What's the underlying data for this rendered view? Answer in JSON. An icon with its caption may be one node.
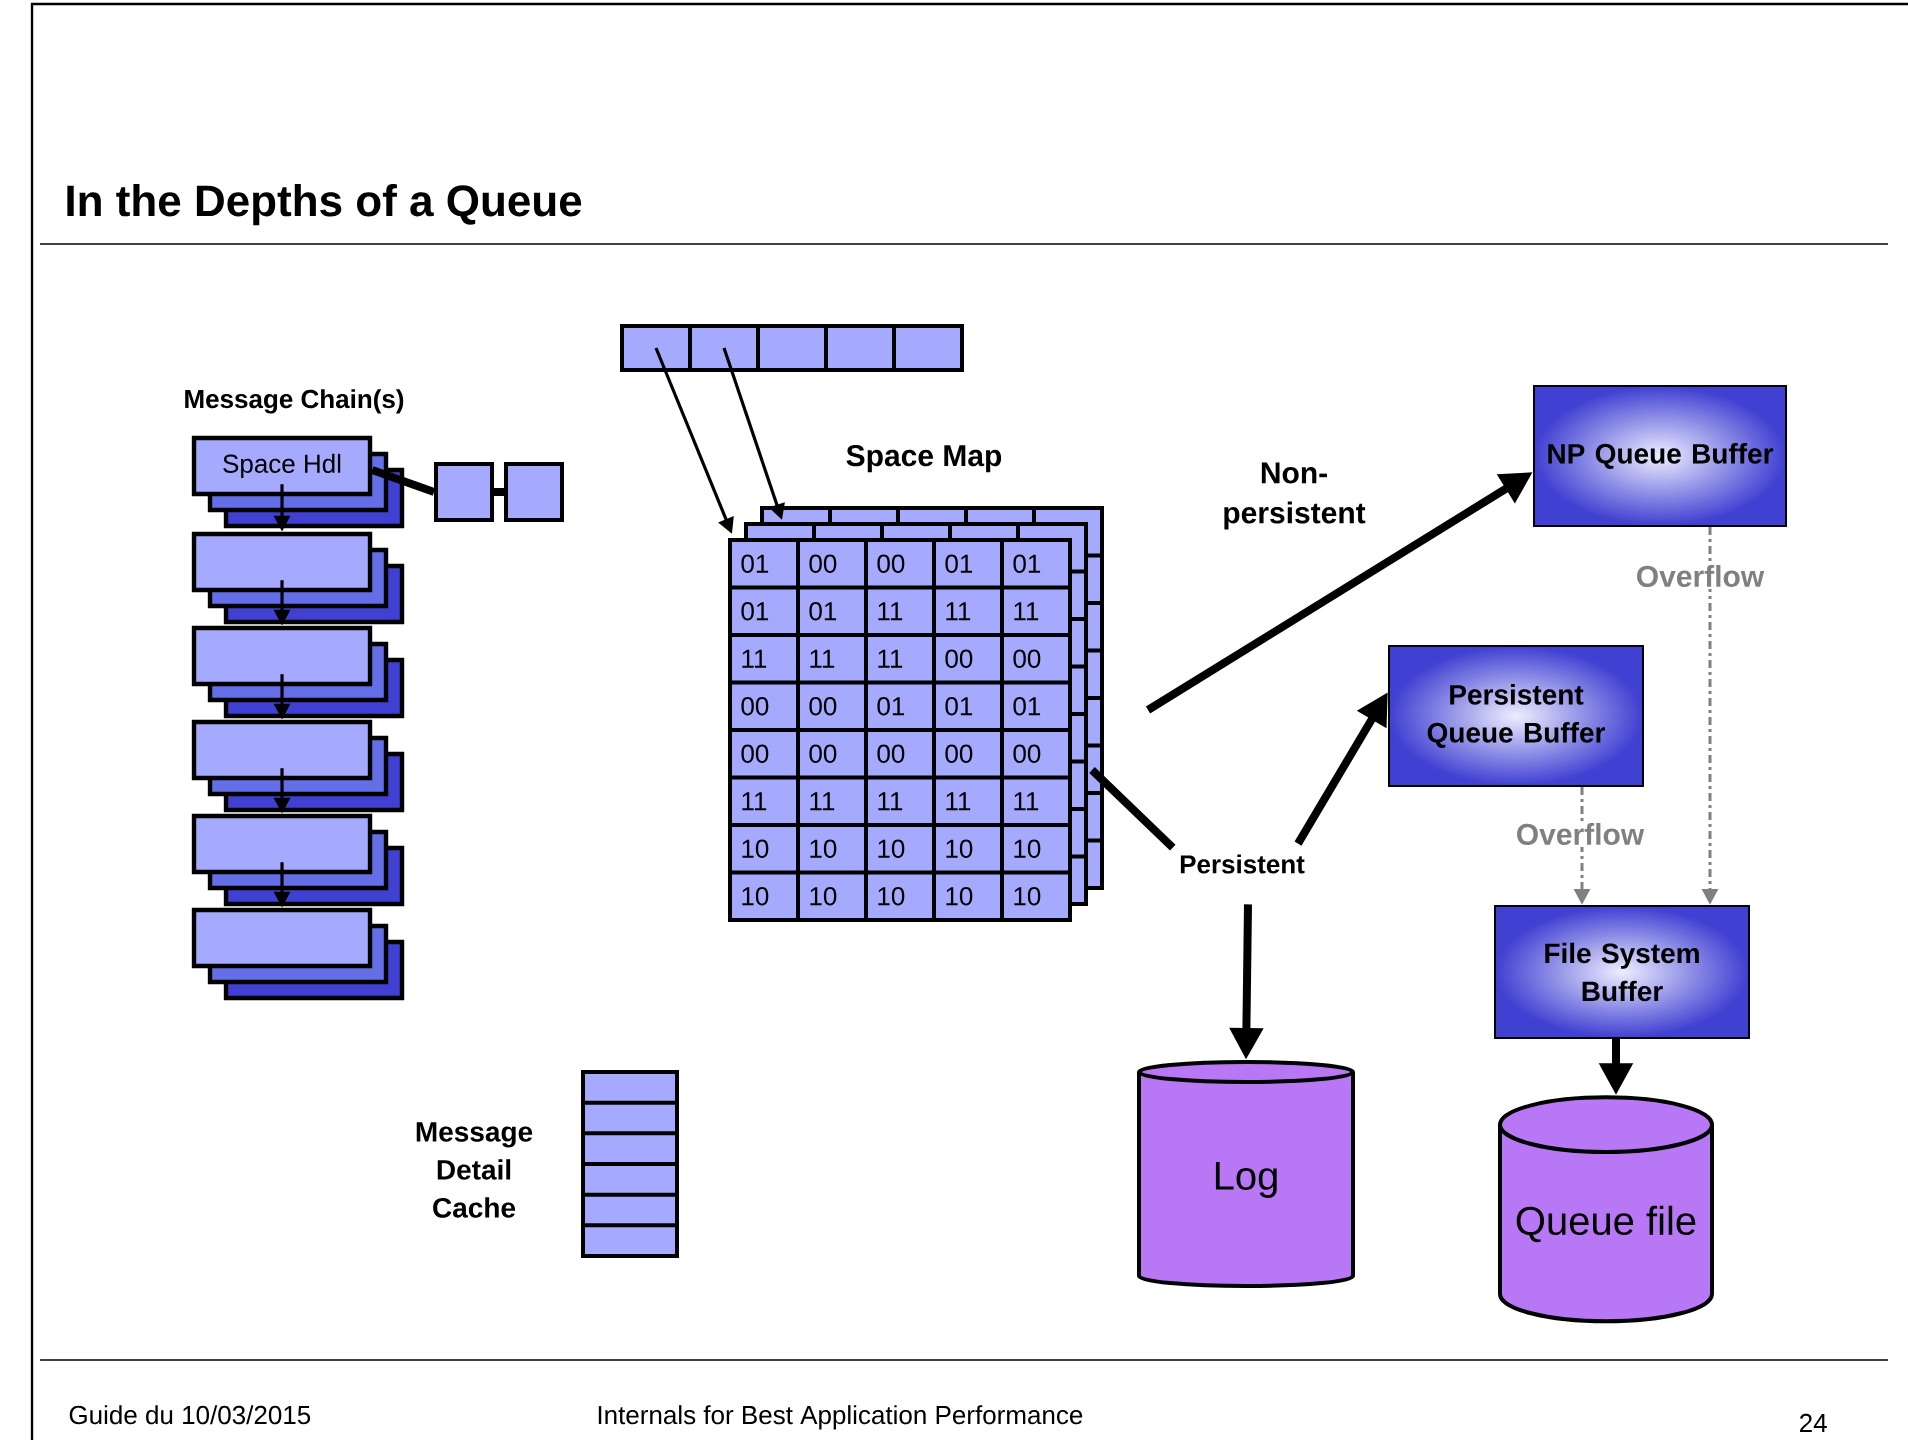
{
  "diagram": {
    "title": "In the Depths of a Queue",
    "nodes": [
      {
        "text": [
          "Space Hdl"
        ]
      },
      {
        "text": [],
        "shape": "box"
      },
      {
        "text": [],
        "shape": "box"
      },
      {
        "text": [],
        "shape": "box"
      },
      {
        "text": [],
        "shape": "box"
      },
      {
        "text": [],
        "shape": "box"
      },
      {
        "text": [],
        "shape": "box"
      },
      {
        "text": [],
        "shape": "box"
      },
      {
        "text": [],
        "shape": "box"
      },
      {
        "text": [],
        "shape": "box"
      },
      {
        "text": [],
        "shape": "box"
      },
      {
        "text": [],
        "shape": "box"
      },
      {
        "text": [],
        "shape": "box"
      },
      {
        "text": [
          "Space Map"
        ]
      },
      {
        "text": [
          "Persistent"
        ]
      },
      {
        "text": [
          "NP Queue Buffer"
        ]
      },
      {
        "text": [
          "Persistent Queue Buffer"
        ]
      },
      {
        "text": [
          "File System Buffer"
        ]
      },
      {
        "text": [
          "Log"
        ]
      },
      {
        "text": [
          "Queue file"
        ]
      },
      {
        "text": [
          "Message Detail Cache"
        ]
      }
    ],
    "edges": [
      {
        "from": 0,
        "to": 1,
        "arrow": "to"
      },
      {
        "from": 1,
        "to": 2,
        "arrow": "to"
      },
      {
        "from": 2,
        "to": 3,
        "arrow": "to"
      },
      {
        "from": 3,
        "to": 4,
        "arrow": "to"
      },
      {
        "from": 4,
        "to": 5,
        "arrow": "to"
      },
      {
        "from": 0,
        "to": 6,
        "arrow": "none",
        "style": "thick"
      },
      {
        "from": 6,
        "to": 7,
        "arrow": "none",
        "style": "thick"
      },
      {
        "from": 8,
        "to": 13,
        "arrow": "to"
      },
      {
        "from": 9,
        "to": 13,
        "arrow": "to"
      },
      {
        "from": 13,
        "to": 15,
        "arrow": "to",
        "style": "thick",
        "label": "Non-persistent"
      },
      {
        "from": 13,
        "to": 14,
        "arrow": "none",
        "style": "thick"
      },
      {
        "from": 14,
        "to": 16,
        "arrow": "to",
        "style": "thick"
      },
      {
        "from": 14,
        "to": 18,
        "arrow": "to",
        "style": "thick"
      },
      {
        "from": 16,
        "to": 17,
        "arrow": "to",
        "style": "dashed",
        "color": "#808080",
        "label": "Overflow"
      },
      {
        "from": 15,
        "to": 17,
        "arrow": "to",
        "style": "dashed",
        "color": "#808080",
        "label": "Overflow"
      },
      {
        "from": 17,
        "to": 19,
        "arrow": "to",
        "style": "thick"
      }
    ],
    "labels": [
      "Message Chain(s)",
      "01",
      "00",
      "00",
      "01",
      "01",
      "01",
      "01",
      "11",
      "11",
      "11",
      "11",
      "11",
      "11",
      "00",
      "00",
      "00",
      "00",
      "01",
      "01",
      "01",
      "00",
      "00",
      "00",
      "00",
      "00",
      "11",
      "11",
      "11",
      "11",
      "11",
      "10",
      "10",
      "10",
      "10",
      "10",
      "10",
      "10",
      "10",
      "10",
      "10",
      "Guide du 10/03/2015",
      "Internals for Best Application Performance",
      "24"
    ]
  }
}
